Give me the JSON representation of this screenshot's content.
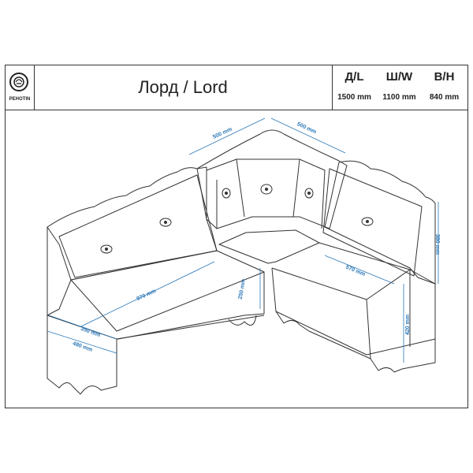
{
  "logo": {
    "text": "PEHOTIN",
    "icon": "brand-logo-icon"
  },
  "title": "Лорд / Lord",
  "dimensions": [
    {
      "label": "Д/L",
      "value": "1500 mm"
    },
    {
      "label": "Ш/W",
      "value": "1100 mm"
    },
    {
      "label": "В/H",
      "value": "840 mm"
    }
  ],
  "drawing": {
    "labels": {
      "top_left_width": "500 mm",
      "top_right_width": "500 mm",
      "seat_long": "970 mm",
      "seat_short": "570 mm",
      "box_height": "250 mm",
      "seat_depth": "350 mm",
      "side_depth": "480 mm",
      "back_height": "380 mm",
      "seat_height": "420 mm"
    },
    "colors": {
      "dimension": "#2b78b8",
      "line": "#333333"
    }
  }
}
